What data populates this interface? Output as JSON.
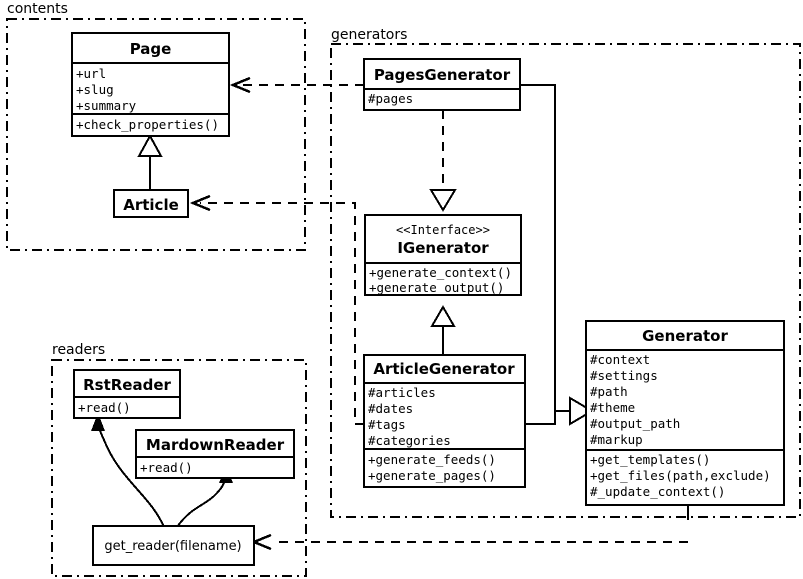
{
  "diagram": {
    "title": "Pelican generators / contents / readers class diagram",
    "stroke_color": "#000000",
    "background_color": "#ffffff"
  },
  "packages": [
    {
      "id": "contents",
      "label": "contents"
    },
    {
      "id": "generators",
      "label": "generators"
    },
    {
      "id": "readers",
      "label": "readers"
    }
  ],
  "classes": {
    "page": {
      "name": "Page",
      "stereotype": "",
      "attributes": [
        "+url",
        "+slug",
        "+summary"
      ],
      "methods": [
        "+check_properties()"
      ]
    },
    "article": {
      "name": "Article",
      "stereotype": "",
      "attributes": [],
      "methods": []
    },
    "pages_generator": {
      "name": "PagesGenerator",
      "stereotype": "",
      "attributes": [
        "#pages"
      ],
      "methods": []
    },
    "igenerator": {
      "name": "IGenerator",
      "stereotype": "<<Interface>>",
      "attributes": [],
      "methods": [
        "+generate_context()",
        "+generate_output()"
      ]
    },
    "article_generator": {
      "name": "ArticleGenerator",
      "stereotype": "",
      "attributes": [
        "#articles",
        "#dates",
        "#tags",
        "#categories"
      ],
      "methods": [
        "+generate_feeds()",
        "+generate_pages()"
      ]
    },
    "generator": {
      "name": "Generator",
      "stereotype": "",
      "attributes": [
        "#context",
        "#settings",
        "#path",
        "#theme",
        "#output_path",
        "#markup"
      ],
      "methods": [
        "+get_templates()",
        "+get_files(path,exclude)",
        "#_update_context()"
      ]
    },
    "rst_reader": {
      "name": "RstReader",
      "stereotype": "",
      "attributes": [],
      "methods": [
        "+read()"
      ]
    },
    "mardown_reader": {
      "name": "MardownReader",
      "stereotype": "",
      "attributes": [],
      "methods": [
        "+read()"
      ]
    },
    "get_reader": {
      "name": "get_reader(filename)",
      "stereotype": "",
      "attributes": [],
      "methods": []
    }
  },
  "relations": [
    {
      "id": "article-inherits-page",
      "from": "Article",
      "to": "Page",
      "type": "generalization"
    },
    {
      "id": "pagesgenerator-realizes-igenerator",
      "from": "PagesGenerator",
      "to": "IGenerator",
      "type": "realization"
    },
    {
      "id": "articlegenerator-realizes-igenerator",
      "from": "ArticleGenerator",
      "to": "IGenerator",
      "type": "generalization"
    },
    {
      "id": "pagesgenerator-inherits-generator",
      "from": "PagesGenerator",
      "to": "Generator",
      "type": "generalization"
    },
    {
      "id": "articlegenerator-inherits-generator",
      "from": "ArticleGenerator",
      "to": "Generator",
      "type": "generalization"
    },
    {
      "id": "pagesgenerator-depends-page",
      "from": "PagesGenerator",
      "to": "Page",
      "type": "dependency"
    },
    {
      "id": "articlegenerator-depends-article",
      "from": "ArticleGenerator",
      "to": "Article",
      "type": "dependency"
    },
    {
      "id": "generator-depends-get-reader",
      "from": "Generator",
      "to": "get_reader(filename)",
      "type": "dependency"
    },
    {
      "id": "get-reader-creates-rstreader",
      "from": "get_reader(filename)",
      "to": "RstReader",
      "type": "creates"
    },
    {
      "id": "get-reader-creates-mardownreader",
      "from": "get_reader(filename)",
      "to": "MardownReader",
      "type": "creates"
    }
  ]
}
